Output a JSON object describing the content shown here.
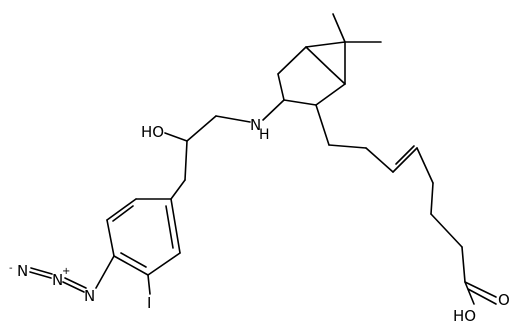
{
  "molecule": {
    "labels": {
      "amine": "N",
      "amine_h": "H",
      "hydroxyl": "HO",
      "iodo": "I",
      "azide_n1": "N",
      "azide_n2": "N",
      "azide_n3": "N",
      "acid_oh": "HO",
      "acid_carbonyl_o": "O",
      "charge_minus": "-",
      "charge_plus": "+"
    }
  }
}
